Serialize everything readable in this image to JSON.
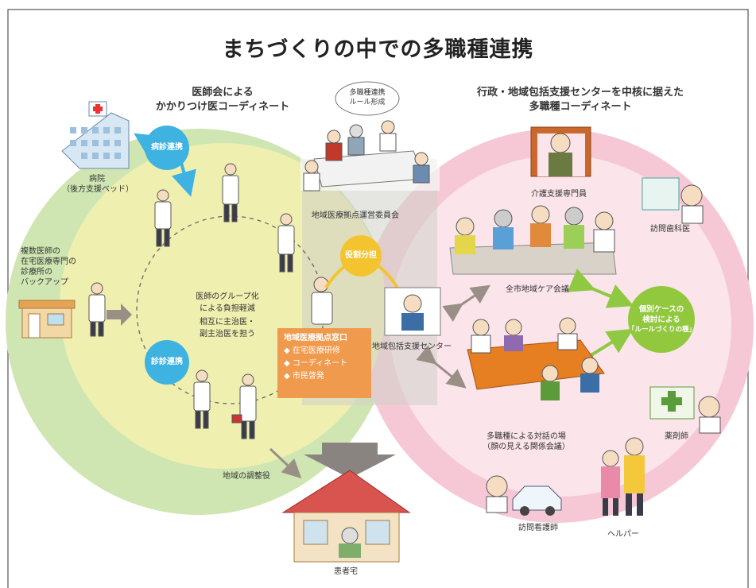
{
  "title": "まちづくりの中での多職種連携",
  "left_heading": [
    "医師会による",
    "かかりつけ医コーディネート"
  ],
  "right_heading": [
    "行政・地域包括支援センターを中核に据えた",
    "多職種コーディネート"
  ],
  "labels": {
    "hospital": [
      "病院",
      "（後方支援ベッド）"
    ],
    "clinic_backup": [
      "複数医師の",
      "在宅医療専門の",
      "診療所の",
      "バックアップ"
    ],
    "hosp_clinic_link": "病診連携",
    "clinic_clinic_link": "診診連携",
    "doctor_group": [
      "医師のグループ化",
      "による負担軽減"
    ],
    "main_sub_doctor": [
      "相互に主治医・",
      "副主治医を担う"
    ],
    "regional_coordinator": "地域の調整役",
    "rule_making": [
      "多職種連携",
      "ルール形成"
    ],
    "committee": "地域医療拠点運営委員会",
    "role_sharing": "役割分担",
    "hub_title": "地域医療拠点窓口",
    "hub_items": [
      "◆ 在宅医療研修",
      "◆ コーディネート",
      "◆ 市民啓発"
    ],
    "support_center": "地域包括支援センター",
    "care_manager": "介護支援専門員",
    "visit_dentist": "訪問歯科医",
    "city_care_meeting": "全市地域ケア会議",
    "case_review": [
      "個別ケースの",
      "検討による",
      "「ルールづくりの種」"
    ],
    "dialogue": [
      "多職種による対話の場",
      "（顔の見える関係会議）"
    ],
    "pharmacist": "薬剤師",
    "visiting_nurse": "訪問看護師",
    "helper": "ヘルパー",
    "patient_home": "患者宅"
  },
  "colors": {
    "left_circle": "#cfe6b3",
    "left_inner": "#efefb0",
    "right_circle": "#f6c8d6",
    "right_inner": "#fbe4ea",
    "bubble_blue": "#3eb2e0",
    "bubble_yellow": "#f4c430",
    "bubble_green": "#92c83e",
    "hub_orange": "#ef9a4c"
  }
}
